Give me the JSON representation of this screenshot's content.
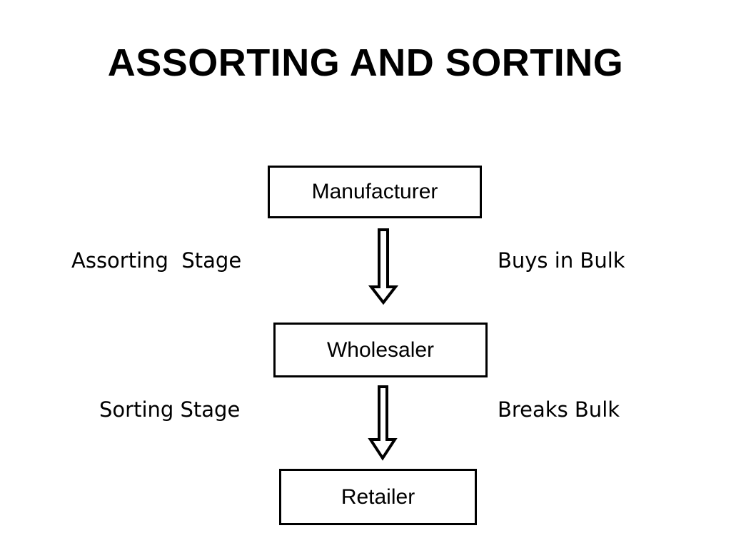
{
  "slide": {
    "title": "ASSORTING AND SORTING",
    "background_color": "#FFFFFF",
    "line_color": "#000000",
    "text_color": "#000000"
  },
  "diagram": {
    "type": "flow-chart",
    "orientation": "vertical-top-to-bottom",
    "nodes": [
      {
        "id": "manufacturer",
        "label": "Manufacturer"
      },
      {
        "id": "wholesaler",
        "label": "Wholesaler"
      },
      {
        "id": "retailer",
        "label": "Retailer"
      }
    ],
    "connectors": [
      {
        "id": "manufacturer-to-wholesaler",
        "from": "manufacturer",
        "to": "wholesaler",
        "style": "hollow-block-arrow",
        "direction": "down",
        "left_label": "Assorting  Stage",
        "right_label": "Buys in Bulk"
      },
      {
        "id": "wholesaler-to-retailer",
        "from": "wholesaler",
        "to": "retailer",
        "style": "hollow-block-arrow",
        "direction": "down",
        "left_label": "Sorting Stage",
        "right_label": "Breaks Bulk"
      }
    ],
    "labels": {
      "assorting_stage": "Assorting  Stage",
      "buys_in_bulk": "Buys in Bulk",
      "sorting_stage": "Sorting Stage",
      "breaks_bulk": "Breaks Bulk"
    }
  }
}
